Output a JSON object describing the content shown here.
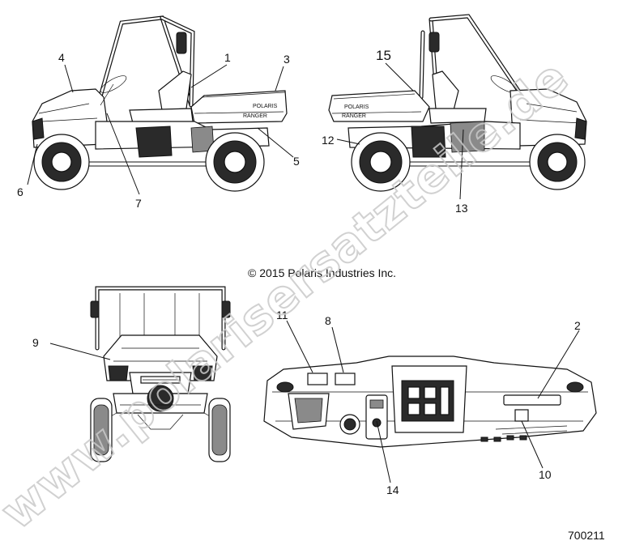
{
  "copyright": "© 2015 Polaris Industries Inc.",
  "document_number": "700211",
  "watermark": "www.polarisersatzteile.de",
  "decal_text": {
    "brand": "POLARIS",
    "model": "RANGER"
  },
  "callouts": [
    {
      "id": "c1",
      "label": "1"
    },
    {
      "id": "c2",
      "label": "2"
    },
    {
      "id": "c3",
      "label": "3"
    },
    {
      "id": "c4",
      "label": "4"
    },
    {
      "id": "c5",
      "label": "5"
    },
    {
      "id": "c6",
      "label": "6"
    },
    {
      "id": "c7",
      "label": "7"
    },
    {
      "id": "c8",
      "label": "8"
    },
    {
      "id": "c9",
      "label": "9"
    },
    {
      "id": "c10",
      "label": "10"
    },
    {
      "id": "c11",
      "label": "11"
    },
    {
      "id": "c12",
      "label": "12"
    },
    {
      "id": "c13",
      "label": "13"
    },
    {
      "id": "c14",
      "label": "14"
    },
    {
      "id": "c15",
      "label": "15"
    }
  ]
}
